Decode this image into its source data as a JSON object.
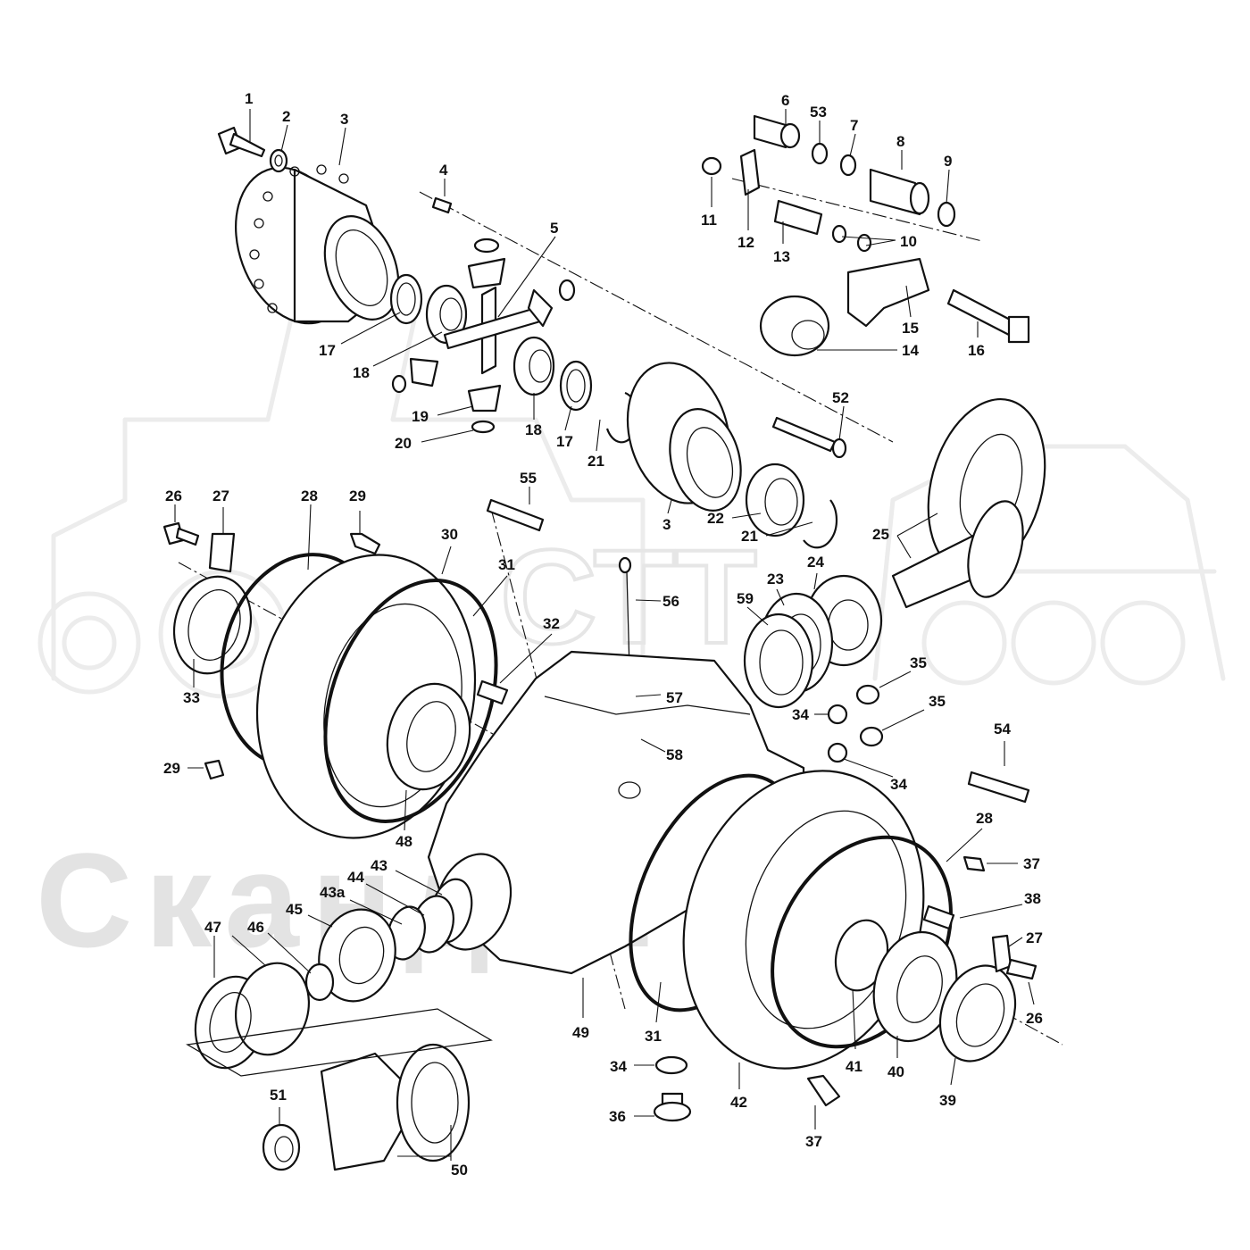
{
  "diagram": {
    "watermark": {
      "text": "СкандиТек",
      "logo_text": "СТТ"
    },
    "callouts": [
      {
        "id": "c1",
        "label": "1"
      },
      {
        "id": "c2",
        "label": "2"
      },
      {
        "id": "c3a",
        "label": "3"
      },
      {
        "id": "c4",
        "label": "4"
      },
      {
        "id": "c5",
        "label": "5"
      },
      {
        "id": "c6",
        "label": "6"
      },
      {
        "id": "c53",
        "label": "53"
      },
      {
        "id": "c7",
        "label": "7"
      },
      {
        "id": "c8",
        "label": "8"
      },
      {
        "id": "c9",
        "label": "9"
      },
      {
        "id": "c11",
        "label": "11"
      },
      {
        "id": "c12",
        "label": "12"
      },
      {
        "id": "c13",
        "label": "13"
      },
      {
        "id": "c10",
        "label": "10"
      },
      {
        "id": "c15",
        "label": "15"
      },
      {
        "id": "c14",
        "label": "14"
      },
      {
        "id": "c16",
        "label": "16"
      },
      {
        "id": "c17a",
        "label": "17"
      },
      {
        "id": "c18a",
        "label": "18"
      },
      {
        "id": "c19",
        "label": "19"
      },
      {
        "id": "c20",
        "label": "20"
      },
      {
        "id": "c18b",
        "label": "18"
      },
      {
        "id": "c17b",
        "label": "17"
      },
      {
        "id": "c21a",
        "label": "21"
      },
      {
        "id": "c52",
        "label": "52"
      },
      {
        "id": "c3b",
        "label": "3"
      },
      {
        "id": "c22",
        "label": "22"
      },
      {
        "id": "c21b",
        "label": "21"
      },
      {
        "id": "c25",
        "label": "25"
      },
      {
        "id": "c26a",
        "label": "26"
      },
      {
        "id": "c27a",
        "label": "27"
      },
      {
        "id": "c28a",
        "label": "28"
      },
      {
        "id": "c29a",
        "label": "29"
      },
      {
        "id": "c55",
        "label": "55"
      },
      {
        "id": "c30",
        "label": "30"
      },
      {
        "id": "c31a",
        "label": "31"
      },
      {
        "id": "c56",
        "label": "56"
      },
      {
        "id": "c59",
        "label": "59"
      },
      {
        "id": "c23",
        "label": "23"
      },
      {
        "id": "c24",
        "label": "24"
      },
      {
        "id": "c32",
        "label": "32"
      },
      {
        "id": "c33",
        "label": "33"
      },
      {
        "id": "c57",
        "label": "57"
      },
      {
        "id": "c35a",
        "label": "35"
      },
      {
        "id": "c35b",
        "label": "35"
      },
      {
        "id": "c34a",
        "label": "34"
      },
      {
        "id": "c58",
        "label": "58"
      },
      {
        "id": "c54",
        "label": "54"
      },
      {
        "id": "c29b",
        "label": "29"
      },
      {
        "id": "c34b",
        "label": "34"
      },
      {
        "id": "c48",
        "label": "48"
      },
      {
        "id": "c28b",
        "label": "28"
      },
      {
        "id": "c37a",
        "label": "37"
      },
      {
        "id": "c43",
        "label": "43"
      },
      {
        "id": "c44",
        "label": "44"
      },
      {
        "id": "c38",
        "label": "38"
      },
      {
        "id": "c43a",
        "label": "43a"
      },
      {
        "id": "c45",
        "label": "45"
      },
      {
        "id": "c47",
        "label": "47"
      },
      {
        "id": "c46",
        "label": "46"
      },
      {
        "id": "c27b",
        "label": "27"
      },
      {
        "id": "c26b",
        "label": "26"
      },
      {
        "id": "c49",
        "label": "49"
      },
      {
        "id": "c31b",
        "label": "31"
      },
      {
        "id": "c41",
        "label": "41"
      },
      {
        "id": "c40",
        "label": "40"
      },
      {
        "id": "c39",
        "label": "39"
      },
      {
        "id": "c34c",
        "label": "34"
      },
      {
        "id": "c42",
        "label": "42"
      },
      {
        "id": "c51",
        "label": "51"
      },
      {
        "id": "c36",
        "label": "36"
      },
      {
        "id": "c37b",
        "label": "37"
      },
      {
        "id": "c50",
        "label": "50"
      }
    ]
  }
}
